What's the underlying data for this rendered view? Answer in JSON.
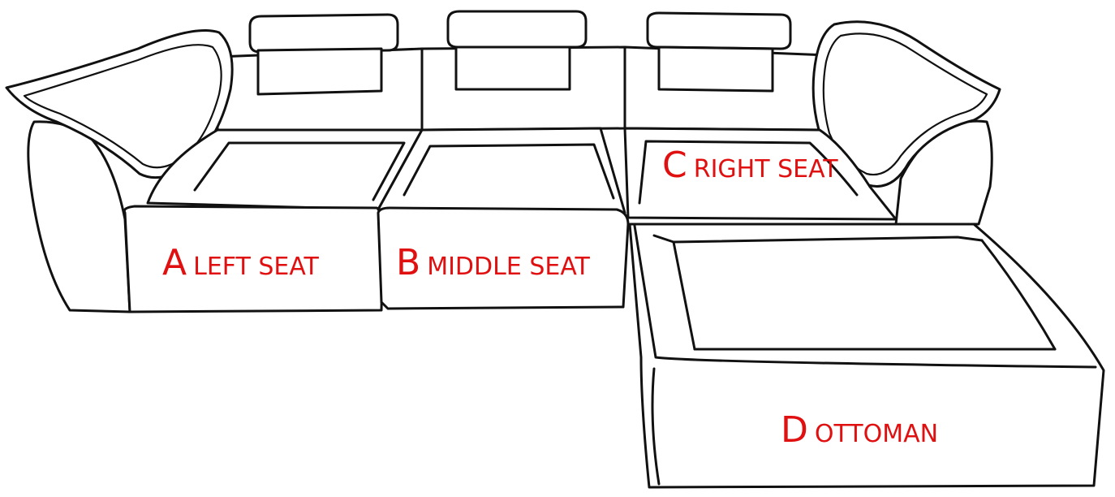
{
  "colors": {
    "label": "#e01010",
    "outline": "#111111",
    "background": "#ffffff"
  },
  "labels": {
    "a": {
      "letter": "A",
      "text": "LEFT SEAT"
    },
    "b": {
      "letter": "B",
      "text": "MIDDLE SEAT"
    },
    "c": {
      "letter": "C",
      "text": "RIGHT SEAT"
    },
    "d": {
      "letter": "D",
      "text": "OTTOMAN"
    }
  }
}
